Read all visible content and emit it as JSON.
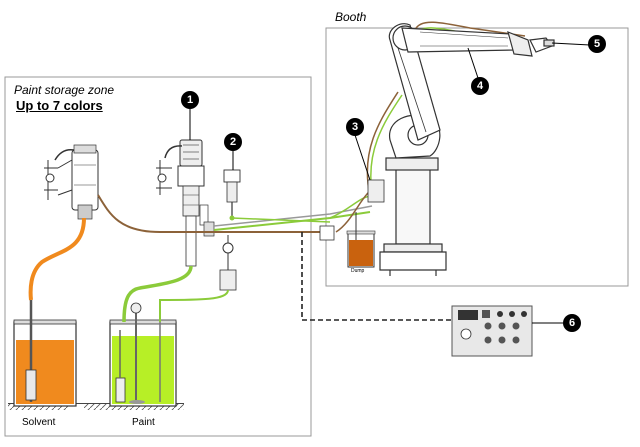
{
  "zones": {
    "booth_title": "Booth",
    "storage_title": "Paint storage zone",
    "storage_subtitle": "Up to 7 colors"
  },
  "tanks": {
    "solvent_label": "Solvent",
    "paint_label": "Paint",
    "dump_label": "Dump"
  },
  "callouts": [
    "1",
    "2",
    "3",
    "4",
    "5",
    "6"
  ],
  "colors": {
    "solvent": "#f08a1e",
    "paint": "#b7ef26",
    "hose_brown": "#8c6239",
    "hose_green": "#8bcb3a",
    "outline": "#333333",
    "callout_fill": "#000000",
    "callout_text": "#ffffff"
  }
}
